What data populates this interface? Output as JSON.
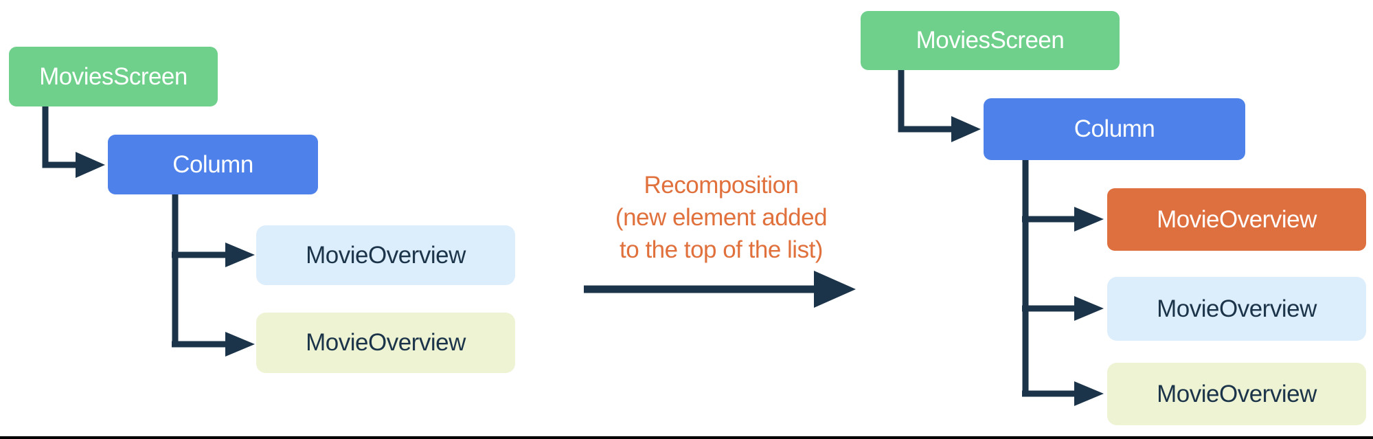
{
  "left_tree": {
    "nodes": [
      {
        "label": "MoviesScreen",
        "color": "#6FD08C",
        "text_color": "#FFFFFF"
      },
      {
        "label": "Column",
        "color": "#4E82EA",
        "text_color": "#FFFFFF"
      },
      {
        "label": "MovieOverview",
        "color": "#DCEDFB",
        "text_color": "#1C3449"
      },
      {
        "label": "MovieOverview",
        "color": "#EEF3D4",
        "text_color": "#1C3449"
      }
    ]
  },
  "right_tree": {
    "nodes": [
      {
        "label": "MoviesScreen",
        "color": "#6FD08C",
        "text_color": "#FFFFFF"
      },
      {
        "label": "Column",
        "color": "#4E82EA",
        "text_color": "#FFFFFF"
      },
      {
        "label": "MovieOverview",
        "color": "#DE6F3E",
        "text_color": "#FFFFFF"
      },
      {
        "label": "MovieOverview",
        "color": "#DCEDFB",
        "text_color": "#1C3449"
      },
      {
        "label": "MovieOverview",
        "color": "#EEF3D4",
        "text_color": "#1C3449"
      }
    ]
  },
  "annotation": {
    "line1": "Recomposition",
    "line2": "(new element added",
    "line3": "to the top of the list)",
    "color": "#E0703C"
  },
  "connector_color": "#1C3449",
  "bottom_rule_color": "#000000",
  "background_color": "#FFFFFF"
}
